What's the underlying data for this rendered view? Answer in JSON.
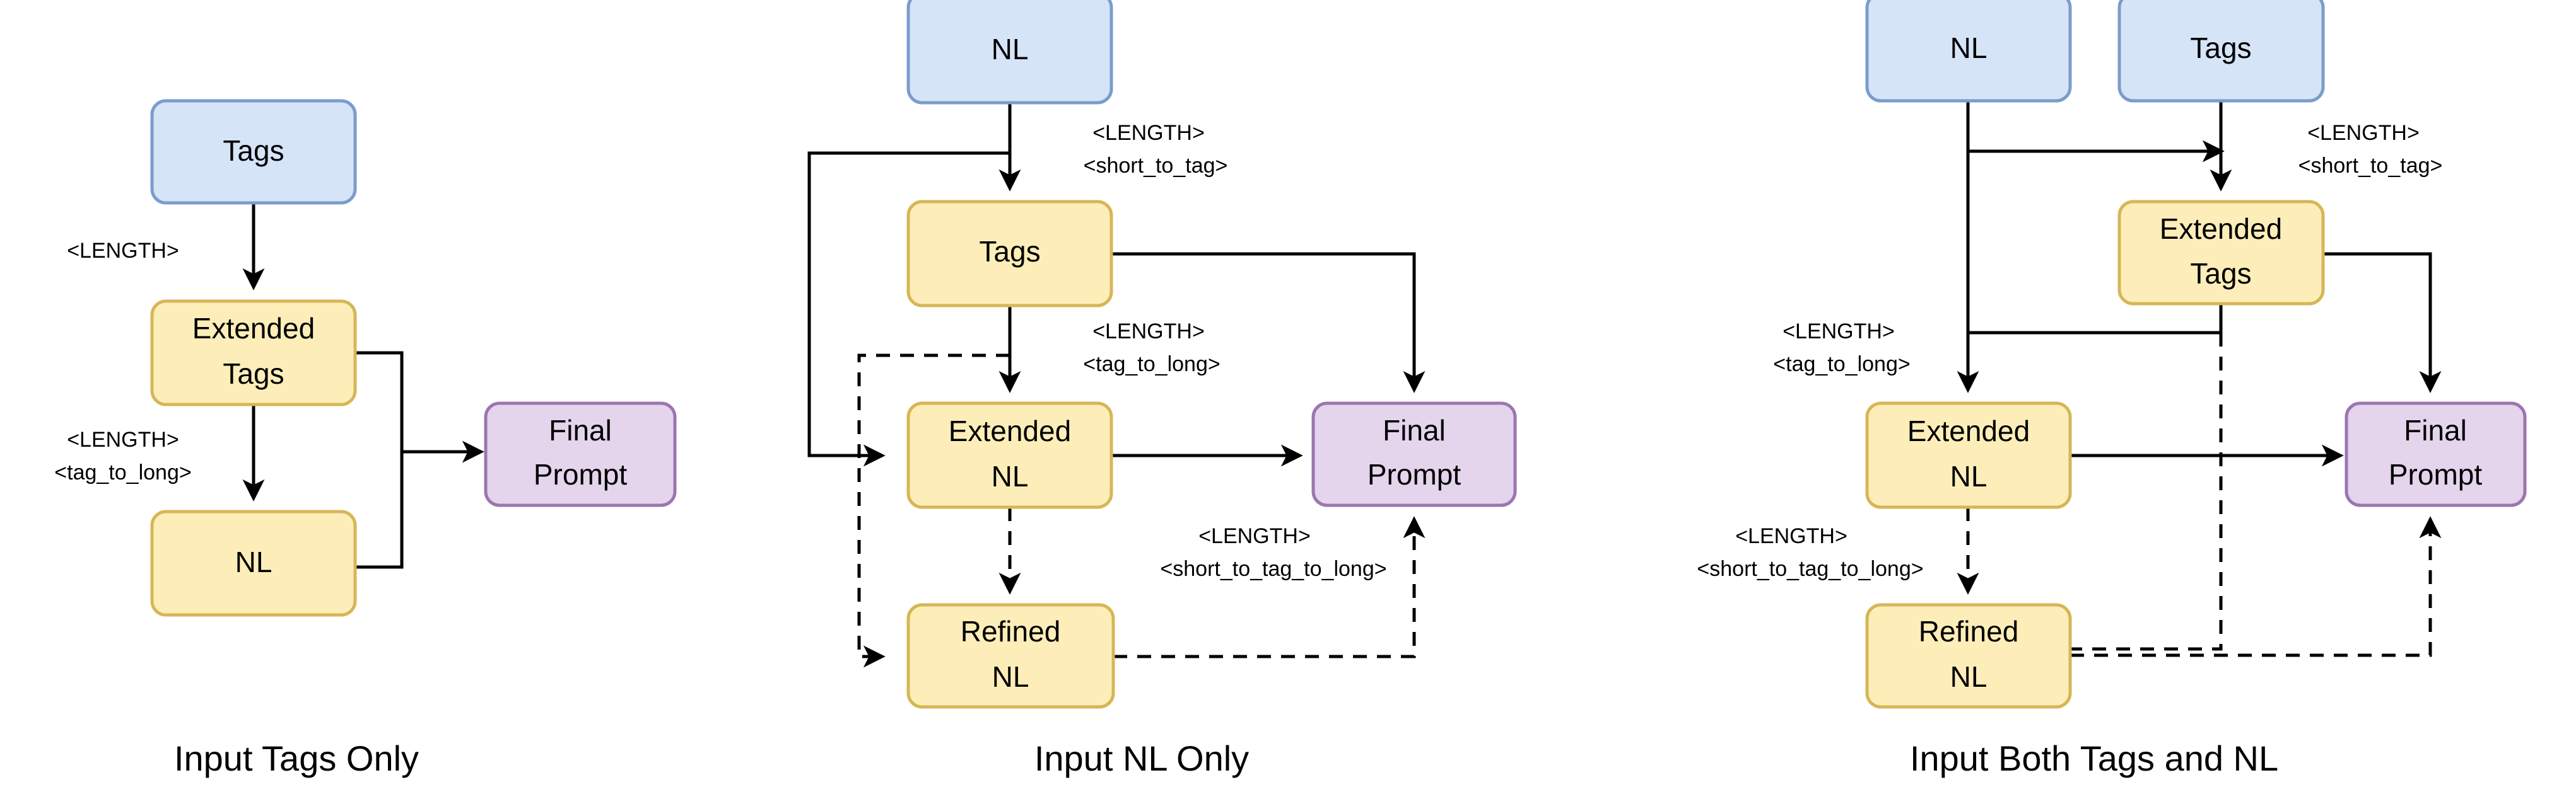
{
  "figure": {
    "title": "Prompt construction pipelines by input type",
    "colors": {
      "input_fill": "#d6e4f7",
      "input_stroke": "#7b9ccc",
      "intermediate_fill": "#fdeeb9",
      "intermediate_stroke": "#d6b656",
      "output_fill": "#e4d4ec",
      "output_stroke": "#9b76b0",
      "edge": "#000000",
      "background": "#ffffff"
    }
  },
  "panels": [
    {
      "id": "panel-tags-only",
      "caption": "Input Tags Only",
      "nodes": [
        {
          "id": "tags",
          "label": "Tags",
          "kind": "input"
        },
        {
          "id": "extended_tags",
          "label": "Extended\nTags",
          "line1": "Extended",
          "line2": "Tags",
          "kind": "intermediate"
        },
        {
          "id": "nl",
          "label": "NL",
          "kind": "intermediate"
        },
        {
          "id": "final_prompt",
          "label": "Final\nPrompt",
          "line1": "Final",
          "line2": "Prompt",
          "kind": "output"
        }
      ],
      "edges": [
        {
          "from": "tags",
          "to": "extended_tags",
          "style": "solid",
          "label_lines": [
            "<LENGTH>"
          ]
        },
        {
          "from": "extended_tags",
          "to": "nl",
          "style": "solid",
          "label_lines": [
            "<LENGTH>",
            "<tag_to_long>"
          ]
        },
        {
          "from": "extended_tags",
          "to": "final_prompt",
          "style": "solid",
          "label_lines": []
        },
        {
          "from": "nl",
          "to": "final_prompt",
          "style": "solid",
          "label_lines": []
        }
      ],
      "edge_labels": [
        {
          "id": "lbl-l1",
          "lines": [
            "<LENGTH>"
          ]
        },
        {
          "id": "lbl-l2",
          "lines": [
            "<LENGTH>",
            "<tag_to_long>"
          ]
        }
      ]
    },
    {
      "id": "panel-nl-only",
      "caption": "Input NL Only",
      "nodes": [
        {
          "id": "nl",
          "label": "NL",
          "kind": "input"
        },
        {
          "id": "tags",
          "label": "Tags",
          "kind": "intermediate"
        },
        {
          "id": "extended_nl",
          "label": "Extended\nNL",
          "line1": "Extended",
          "line2": "NL",
          "kind": "intermediate"
        },
        {
          "id": "refined_nl",
          "label": "Refined\nNL",
          "line1": "Refined",
          "line2": "NL",
          "kind": "intermediate"
        },
        {
          "id": "final_prompt",
          "label": "Final\nPrompt",
          "line1": "Final",
          "line2": "Prompt",
          "kind": "output"
        }
      ],
      "edges": [
        {
          "from": "nl",
          "to": "tags",
          "style": "solid",
          "label_lines": [
            "<LENGTH>",
            "<short_to_tag>"
          ]
        },
        {
          "from": "nl",
          "to": "extended_nl",
          "style": "solid",
          "label_lines": []
        },
        {
          "from": "tags",
          "to": "extended_nl",
          "style": "solid",
          "label_lines": [
            "<LENGTH>",
            "<tag_to_long>"
          ]
        },
        {
          "from": "tags",
          "to": "final_prompt",
          "style": "solid",
          "label_lines": []
        },
        {
          "from": "extended_nl",
          "to": "final_prompt",
          "style": "solid",
          "label_lines": []
        },
        {
          "from": "extended_nl",
          "to": "refined_nl",
          "style": "dashed",
          "label_lines": [
            "<LENGTH>",
            "<short_to_tag_to_long>"
          ]
        },
        {
          "from": "tags",
          "to": "refined_nl",
          "style": "dashed",
          "label_lines": []
        },
        {
          "from": "refined_nl",
          "to": "final_prompt",
          "style": "dashed",
          "label_lines": []
        }
      ],
      "edge_labels": [
        {
          "id": "lbl-m1",
          "lines": [
            "<LENGTH>",
            "<short_to_tag>"
          ]
        },
        {
          "id": "lbl-m2",
          "lines": [
            "<LENGTH>",
            "<tag_to_long>"
          ]
        },
        {
          "id": "lbl-m3",
          "lines": [
            "<LENGTH>",
            "<short_to_tag_to_long>"
          ]
        }
      ]
    },
    {
      "id": "panel-both",
      "caption": "Input Both Tags and NL",
      "nodes": [
        {
          "id": "nl",
          "label": "NL",
          "kind": "input"
        },
        {
          "id": "tags",
          "label": "Tags",
          "kind": "input"
        },
        {
          "id": "extended_tags",
          "label": "Extended\nTags",
          "line1": "Extended",
          "line2": "Tags",
          "kind": "intermediate"
        },
        {
          "id": "extended_nl",
          "label": "Extended\nNL",
          "line1": "Extended",
          "line2": "NL",
          "kind": "intermediate"
        },
        {
          "id": "refined_nl",
          "label": "Refined\nNL",
          "line1": "Refined",
          "line2": "NL",
          "kind": "intermediate"
        },
        {
          "id": "final_prompt",
          "label": "Final\nPrompt",
          "line1": "Final",
          "line2": "Prompt",
          "kind": "output"
        }
      ],
      "edges": [
        {
          "from": "tags",
          "to": "extended_tags",
          "style": "solid",
          "label_lines": [
            "<LENGTH>",
            "<short_to_tag>"
          ]
        },
        {
          "from": "nl",
          "to": "extended_tags",
          "style": "solid",
          "label_lines": []
        },
        {
          "from": "nl",
          "to": "extended_nl",
          "style": "solid",
          "label_lines": []
        },
        {
          "from": "extended_tags",
          "to": "extended_nl",
          "style": "solid",
          "label_lines": [
            "<LENGTH>",
            "<tag_to_long>"
          ]
        },
        {
          "from": "extended_tags",
          "to": "final_prompt",
          "style": "solid",
          "label_lines": []
        },
        {
          "from": "extended_tags",
          "to": "refined_nl",
          "style": "dashed",
          "label_lines": []
        },
        {
          "from": "extended_nl",
          "to": "final_prompt",
          "style": "solid",
          "label_lines": []
        },
        {
          "from": "extended_nl",
          "to": "refined_nl",
          "style": "dashed",
          "label_lines": [
            "<LENGTH>",
            "<short_to_tag_to_long>"
          ]
        },
        {
          "from": "refined_nl",
          "to": "final_prompt",
          "style": "dashed",
          "label_lines": []
        }
      ],
      "edge_labels": [
        {
          "id": "lbl-r1",
          "lines": [
            "<LENGTH>",
            "<short_to_tag>"
          ]
        },
        {
          "id": "lbl-r2",
          "lines": [
            "<LENGTH>",
            "<tag_to_long>"
          ]
        },
        {
          "id": "lbl-r3",
          "lines": [
            "<LENGTH>",
            "<short_to_tag_to_long>"
          ]
        }
      ]
    }
  ],
  "text": {
    "left": {
      "node_tags": "Tags",
      "node_ext_tags_l1": "Extended",
      "node_ext_tags_l2": "Tags",
      "node_nl": "NL",
      "node_fp_l1": "Final",
      "node_fp_l2": "Prompt",
      "lbl1_a": "<LENGTH>",
      "lbl2_a": "<LENGTH>",
      "lbl2_b": "<tag_to_long>",
      "caption": "Input Tags Only"
    },
    "mid": {
      "node_nl": "NL",
      "node_tags": "Tags",
      "node_ext_nl_l1": "Extended",
      "node_ext_nl_l2": "NL",
      "node_ref_nl_l1": "Refined",
      "node_ref_nl_l2": "NL",
      "node_fp_l1": "Final",
      "node_fp_l2": "Prompt",
      "lbl1_a": "<LENGTH>",
      "lbl1_b": "<short_to_tag>",
      "lbl2_a": "<LENGTH>",
      "lbl2_b": "<tag_to_long>",
      "lbl3_a": "<LENGTH>",
      "lbl3_b": "<short_to_tag_to_long>",
      "caption": "Input NL Only"
    },
    "right": {
      "node_nl": "NL",
      "node_tags": "Tags",
      "node_ext_tags_l1": "Extended",
      "node_ext_tags_l2": "Tags",
      "node_ext_nl_l1": "Extended",
      "node_ext_nl_l2": "NL",
      "node_ref_nl_l1": "Refined",
      "node_ref_nl_l2": "NL",
      "node_fp_l1": "Final",
      "node_fp_l2": "Prompt",
      "lbl1_a": "<LENGTH>",
      "lbl1_b": "<short_to_tag>",
      "lbl2_a": "<LENGTH>",
      "lbl2_b": "<tag_to_long>",
      "lbl3_a": "<LENGTH>",
      "lbl3_b": "<short_to_tag_to_long>",
      "caption": "Input Both Tags and NL"
    }
  }
}
